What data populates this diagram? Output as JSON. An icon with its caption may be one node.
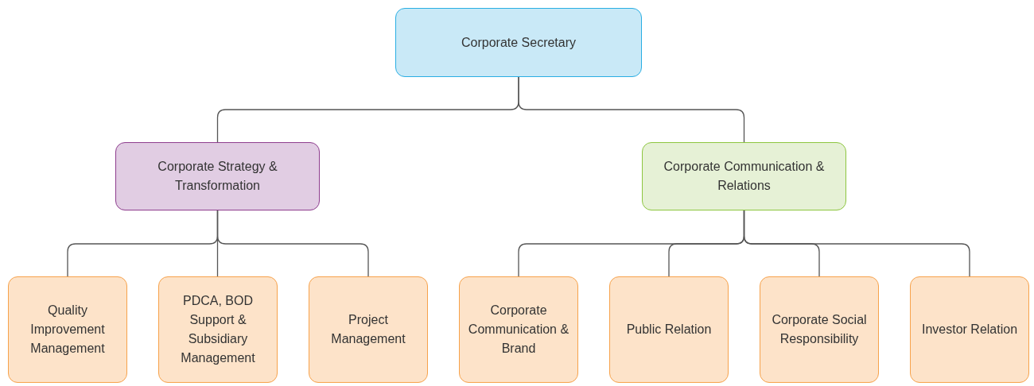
{
  "diagram": {
    "nodes": [
      {
        "text": [
          "Corporate Secretary"
        ]
      },
      {
        "text": [
          "Corporate Strategy & Transformation"
        ]
      },
      {
        "text": [
          "Corporate Communication & Relations"
        ]
      },
      {
        "text": [
          "Quality Improvement Management"
        ]
      },
      {
        "text": [
          "PDCA, BOD Support & Subsidiary Management"
        ]
      },
      {
        "text": [
          "Project Management"
        ]
      },
      {
        "text": [
          "Corporate Communication & Brand"
        ]
      },
      {
        "text": [
          "Public Relation"
        ]
      },
      {
        "text": [
          "Corporate Social Responsibility"
        ]
      },
      {
        "text": [
          "Investor Relation"
        ]
      }
    ],
    "edges": [
      {
        "from": 0,
        "to": 1,
        "arrow": "none"
      },
      {
        "from": 0,
        "to": 2,
        "arrow": "none"
      },
      {
        "from": 1,
        "to": 3,
        "arrow": "none"
      },
      {
        "from": 1,
        "to": 4,
        "arrow": "none"
      },
      {
        "from": 1,
        "to": 5,
        "arrow": "none"
      },
      {
        "from": 2,
        "to": 6,
        "arrow": "none"
      },
      {
        "from": 2,
        "to": 7,
        "arrow": "none"
      },
      {
        "from": 2,
        "to": 8,
        "arrow": "none"
      },
      {
        "from": 2,
        "to": 9,
        "arrow": "none"
      }
    ]
  }
}
